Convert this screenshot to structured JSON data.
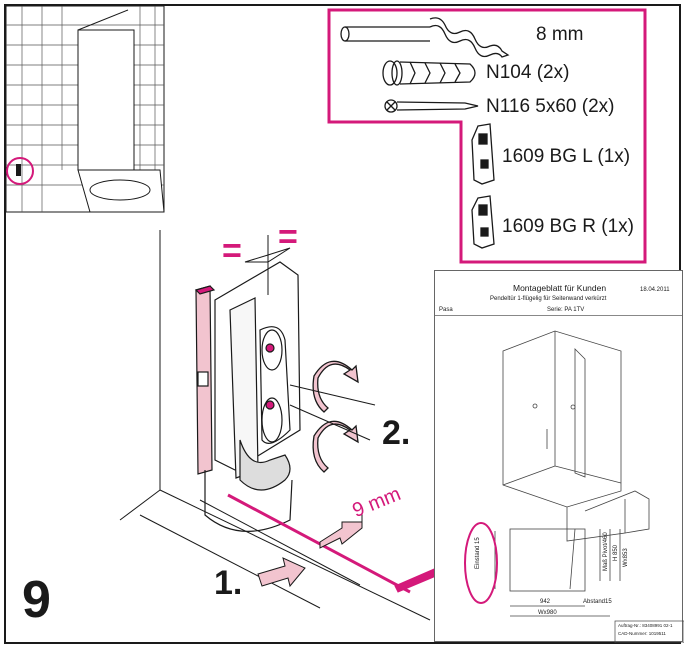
{
  "page": {
    "step_number": "9",
    "step_1_label": "1.",
    "step_2_label": "2.",
    "distance_label": "9 mm",
    "equal_mark_left": "=",
    "equal_mark_right": "="
  },
  "parts": [
    {
      "label": "8 mm",
      "icon": "drill-bit-icon"
    },
    {
      "label": "N104 (2x)",
      "icon": "wall-plug-icon"
    },
    {
      "label": "N116 5x60 (2x)",
      "icon": "screw-icon"
    },
    {
      "label": "1609 BG L (1x)",
      "icon": "hinge-bracket-left-icon"
    },
    {
      "label": "1609 BG R (1x)",
      "icon": "hinge-bracket-right-icon"
    }
  ],
  "sheet": {
    "title": "Montageblatt für Kunden",
    "date": "18.04.2011",
    "subtitle": "Pendeltür 1-flügelig für Seitenwand verkürzt",
    "left_label": "Pasa",
    "series": "Serie: PA 1TV",
    "dim_a": "Einstand 15",
    "dim_b": "942",
    "dim_c": "Abstand15",
    "dim_d": "Wx980",
    "dim_e": "Maß Pivot/460",
    "dim_f": "H 850",
    "dim_g": "Wx853",
    "order_no": "Auftrag-Nr.: 83408991 02-1",
    "cad_no": "CAD-Nummer: 1019511"
  },
  "colors": {
    "accent": "#d4197a",
    "line": "#1a1a1a",
    "highlight_fill": "#f2c4cf"
  }
}
